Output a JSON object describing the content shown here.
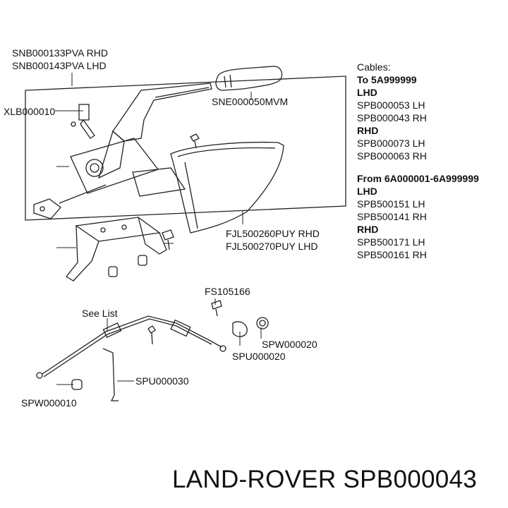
{
  "labels": {
    "assembly_rhd": "SNB000133PVA RHD",
    "assembly_lhd": "SNB000143PVA LHD",
    "switch": "XLB000010",
    "grip": "SNE000050MVM",
    "gaiter_rhd": "FJL500260PUY RHD",
    "gaiter_lhd": "FJL500270PUY LHD",
    "screw": "FS105166",
    "see_list": "See List",
    "spw_right": "SPW000020",
    "spu_right": "SPU000020",
    "spu_rod": "SPU000030",
    "spw_left": "SPW000010"
  },
  "cables": {
    "heading": "Cables:",
    "groups": [
      {
        "range": "To 5A999999",
        "lhd_label": "LHD",
        "lhd_parts": [
          "SPB000053 LH",
          "SPB000043 RH"
        ],
        "rhd_label": "RHD",
        "rhd_parts": [
          "SPB000073 LH",
          "SPB000063 RH"
        ]
      },
      {
        "range": "From 6A000001-6A999999",
        "lhd_label": "LHD",
        "lhd_parts": [
          "SPB500151 LH",
          "SPB500141 RH"
        ],
        "rhd_label": "RHD",
        "rhd_parts": [
          "SPB500171 LH",
          "SPB500161 RH"
        ]
      }
    ]
  },
  "footer": {
    "brand_part": "LAND-ROVER SPB000043"
  }
}
